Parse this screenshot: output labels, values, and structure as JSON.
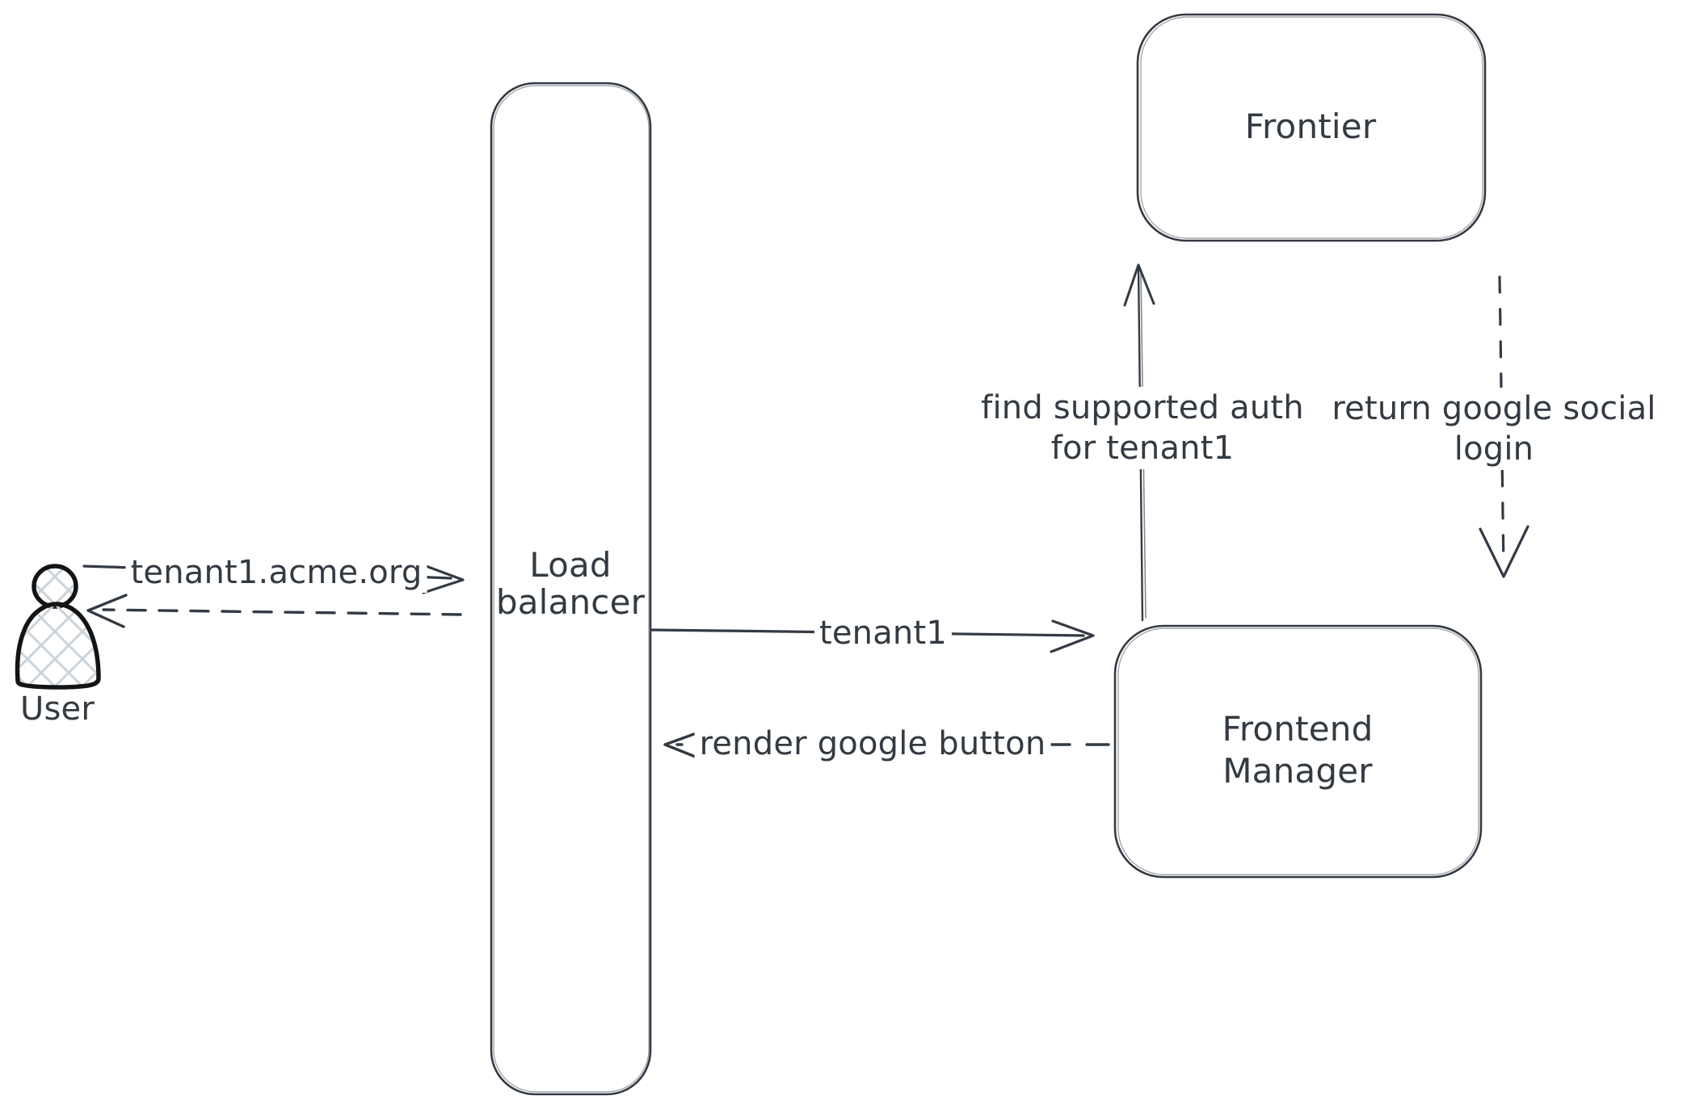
{
  "diagram": {
    "style": "hand-drawn-sketch",
    "background_color": "#ffffff",
    "stroke_color": "#343a44",
    "text_color": "#333a42",
    "actor_stroke_color": "#141414",
    "actor_hatch_color": "#cbd3db",
    "actor": {
      "label": "User"
    },
    "nodes": {
      "load_balancer": {
        "line1": "Load",
        "line2": "balancer"
      },
      "frontier": {
        "label": "Frontier"
      },
      "frontend_manager": {
        "line1": "Frontend",
        "line2": "Manager"
      }
    },
    "edges": {
      "user_to_lb": {
        "from": "User",
        "to": "Load balancer",
        "style": "solid",
        "label": "tenant1.acme.org"
      },
      "lb_to_user": {
        "from": "Load balancer",
        "to": "User",
        "style": "dashed",
        "label": ""
      },
      "lb_to_fm": {
        "from": "Load balancer",
        "to": "Frontend Manager",
        "style": "solid",
        "label": "tenant1"
      },
      "fm_to_lb": {
        "from": "Frontend Manager",
        "to": "Load balancer",
        "style": "dashed",
        "label": "render google button"
      },
      "fm_to_frontier": {
        "from": "Frontend Manager",
        "to": "Frontier",
        "style": "solid",
        "line1": "find supported auth",
        "line2": "for tenant1"
      },
      "frontier_to_fm": {
        "from": "Frontier",
        "to": "Frontend Manager",
        "style": "dashed",
        "line1": "return google social",
        "line2": "login"
      }
    }
  }
}
